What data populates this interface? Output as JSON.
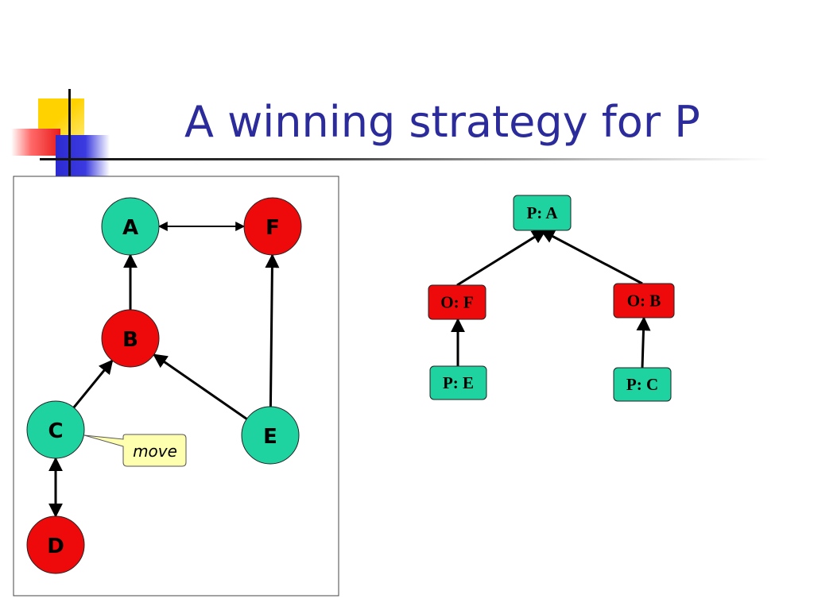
{
  "slide": {
    "title": "A winning strategy for P"
  },
  "colors": {
    "title": "#2b2b9c",
    "node_green": "#1fd3a0",
    "node_red": "#ee0a0a",
    "callout_fill": "#ffffb0"
  },
  "graph": {
    "nodes": [
      {
        "id": "A",
        "label": "A",
        "color": "green"
      },
      {
        "id": "F",
        "label": "F",
        "color": "red"
      },
      {
        "id": "B",
        "label": "B",
        "color": "red"
      },
      {
        "id": "C",
        "label": "C",
        "color": "green"
      },
      {
        "id": "E",
        "label": "E",
        "color": "green"
      },
      {
        "id": "D",
        "label": "D",
        "color": "red"
      }
    ],
    "edges": [
      {
        "from": "A",
        "to": "F",
        "direction": "both"
      },
      {
        "from": "B",
        "to": "A",
        "direction": "forward"
      },
      {
        "from": "C",
        "to": "B",
        "direction": "forward"
      },
      {
        "from": "E",
        "to": "B",
        "direction": "forward"
      },
      {
        "from": "E",
        "to": "F",
        "direction": "forward"
      },
      {
        "from": "C",
        "to": "D",
        "direction": "both"
      }
    ],
    "callout": {
      "text": "move",
      "points_to": "C"
    }
  },
  "tree": {
    "nodes": [
      {
        "id": "PA",
        "label": "P: A",
        "color": "green"
      },
      {
        "id": "OF",
        "label": "O: F",
        "color": "red"
      },
      {
        "id": "OB",
        "label": "O: B",
        "color": "red"
      },
      {
        "id": "PE",
        "label": "P: E",
        "color": "green"
      },
      {
        "id": "PC",
        "label": "P: C",
        "color": "green"
      }
    ],
    "edges": [
      {
        "from": "OF",
        "to": "PA"
      },
      {
        "from": "OB",
        "to": "PA"
      },
      {
        "from": "PE",
        "to": "OF"
      },
      {
        "from": "PC",
        "to": "OB"
      }
    ]
  }
}
